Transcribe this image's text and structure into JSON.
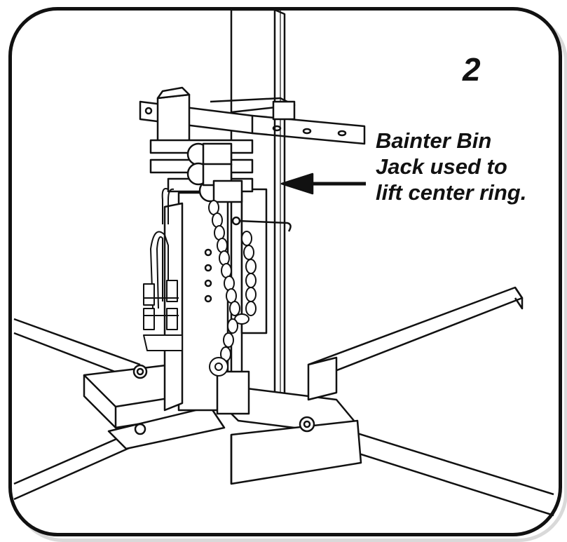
{
  "step_number": "2",
  "caption_lines": [
    "Bainter Bin",
    "Jack used to",
    "lift center ring."
  ]
}
